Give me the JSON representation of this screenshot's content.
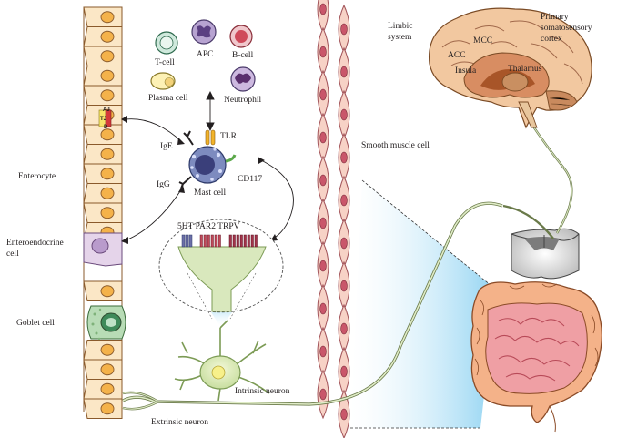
{
  "labels": {
    "t_cell": "T-cell",
    "apc": "APC",
    "b_cell": "B-cell",
    "plasma_cell": "Plasma cell",
    "neutrophil": "Neutrophil",
    "ige": "IgE",
    "tlr": "TLR",
    "cd117": "CD117",
    "igg": "IgG",
    "mast_cell": "Mast cell",
    "receptors": "5HT PAR2 TRPV",
    "enterocyte": "Enterocyte",
    "enteroendocrine_1": "Enteroendocrine",
    "enteroendocrine_2": "cell",
    "goblet_cell": "Goblet cell",
    "intrinsic_neuron": "Intrinsic neuron",
    "extrinsic_neuron": "Extrinsic neuron",
    "smooth_muscle": "Smooth muscle cell",
    "limbic_1": "Limbic",
    "limbic_2": "system",
    "primary_1": "Primary",
    "primary_2": "somatosensory",
    "primary_3": "cortex",
    "mcc": "MCC",
    "acc": "ACC",
    "insula": "Insula",
    "thalamus": "Thalamus",
    "aj": "AJ",
    "tj": "TJ",
    "d": "D"
  }
}
